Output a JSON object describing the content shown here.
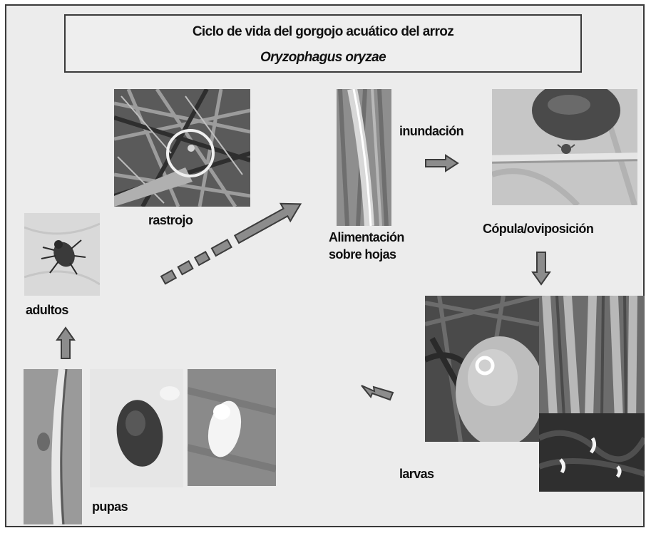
{
  "title": "Ciclo de vida del gorgojo acuático del arroz",
  "subtitle": "Oryzophagus oryzae",
  "labels": {
    "rastrojo": "rastrojo",
    "alimentacion_1": "Alimentación",
    "alimentacion_2": "sobre hojas",
    "inundacion": "inundación",
    "copula": "Cópula/oviposición",
    "larvas": "larvas",
    "pupas": "pupas",
    "adultos": "adultos"
  },
  "colors": {
    "arrow_fill": "#8c8c8c",
    "arrow_stroke": "#3c3c3c",
    "background": "#ececec",
    "border": "#3a3a3a"
  }
}
